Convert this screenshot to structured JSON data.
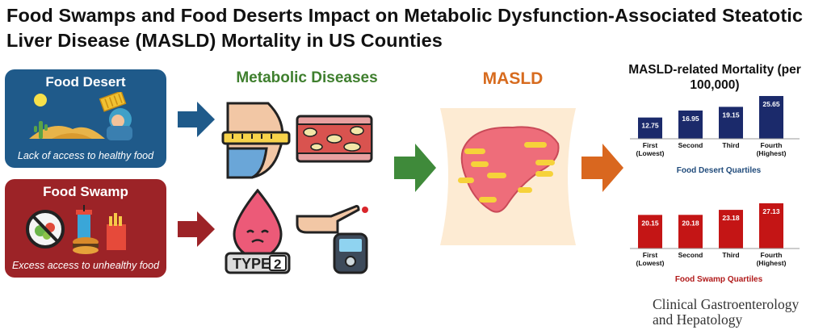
{
  "title": "Food Swamps and Food Deserts Impact on Metabolic Dysfunction-Associated Steatotic Liver Disease (MASLD) Mortality in US Counties",
  "food_desert": {
    "heading": "Food Desert",
    "caption": "Lack of access to healthy food"
  },
  "food_swamp": {
    "heading": "Food Swamp",
    "caption": "Excess access to unhealthy food"
  },
  "metabolic": {
    "heading": "Metabolic Diseases",
    "diabetes_badge_label": "TYPE",
    "diabetes_badge_number": "2"
  },
  "masld": {
    "heading": "MASLD"
  },
  "journal": {
    "line1": "Clinical Gastroenterology",
    "line2": "and Hepatology"
  },
  "colors": {
    "desert": "#1f5a8a",
    "swamp": "#9c2327",
    "metabolic": "#3f7f2e",
    "masld": "#d76b1e",
    "navy_bar": "#1b2a6b",
    "red_bar": "#c41515"
  },
  "chart_data": [
    {
      "type": "bar",
      "title": "MASLD-related Mortality (per 100,000)",
      "categories": [
        "First (Lowest)",
        "Second",
        "Third",
        "Fourth (Highest)"
      ],
      "values": [
        12.75,
        16.95,
        19.15,
        25.65
      ],
      "value_labels": [
        "12.75",
        "16.95",
        "19.15",
        "25.65"
      ],
      "xlabel": "Food Desert Quartiles",
      "color": "#1b2a6b"
    },
    {
      "type": "bar",
      "categories": [
        "First (Lowest)",
        "Second",
        "Third",
        "Fourth (Highest)"
      ],
      "values": [
        20.15,
        20.18,
        23.18,
        27.13
      ],
      "value_labels": [
        "20.15",
        "20.18",
        "23.18",
        "27.13"
      ],
      "xlabel": "Food Swamp Quartiles",
      "color": "#c41515"
    }
  ]
}
